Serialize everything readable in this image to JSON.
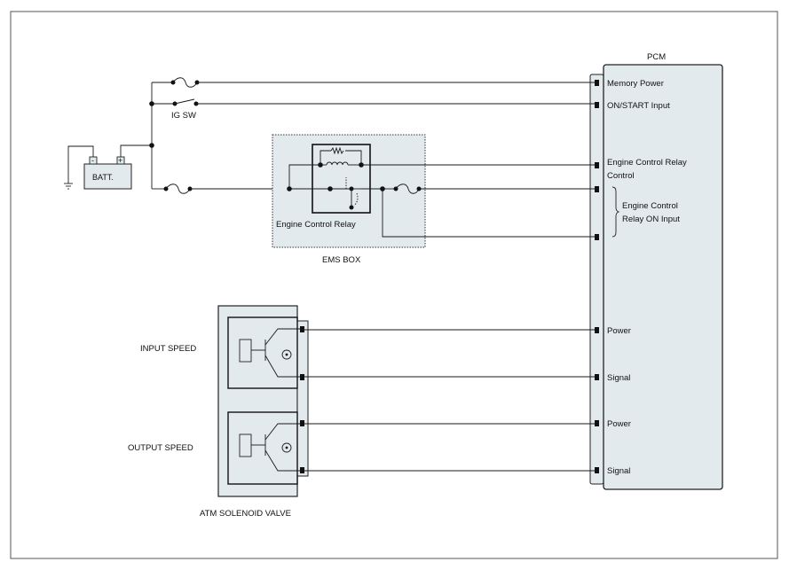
{
  "labels": {
    "pcm": "PCM",
    "memory_power": "Memory Power",
    "on_start_input": "ON/START Input",
    "ecr_control_1": "Engine Control Relay",
    "ecr_control_2": "Control",
    "ecr_on_input_1": "Engine Control",
    "ecr_on_input_2": "Relay ON Input",
    "power_1": "Power",
    "signal_1": "Signal",
    "power_2": "Power",
    "signal_2": "Signal",
    "ig_sw": "IG SW",
    "batt": "BATT.",
    "batt_minus": "-",
    "batt_plus": "+",
    "engine_control_relay": "Engine Control Relay",
    "ems_box": "EMS BOX",
    "input_speed": "INPUT SPEED",
    "output_speed": "OUTPUT SPEED",
    "atm_solenoid_valve": "ATM SOLENOID VALVE"
  },
  "colors": {
    "fill": "#e3eaee",
    "line": "#1a1a1a"
  }
}
